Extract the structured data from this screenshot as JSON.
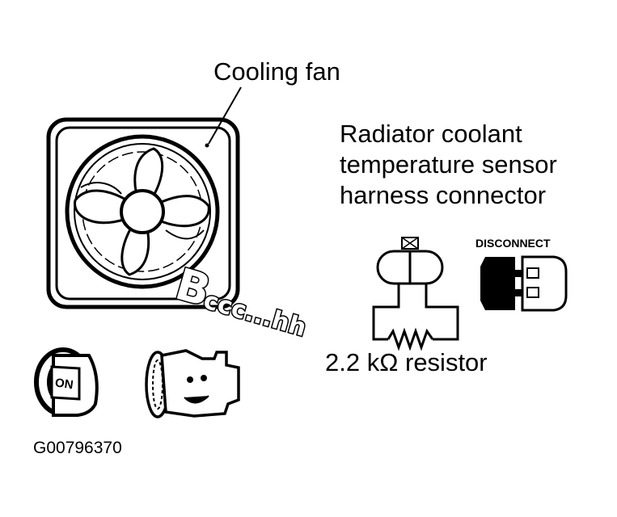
{
  "labels": {
    "cooling_fan": "Cooling fan",
    "sensor_line1": "Radiator coolant",
    "sensor_line2": "temperature sensor",
    "sensor_line3": "harness connector",
    "disconnect": "DISCONNECT",
    "resistor": "2.2 kΩ resistor",
    "ignition": "ON",
    "figure_code": "G00796370",
    "sound_letter": "B",
    "sound_rest": "ccc...hh"
  },
  "icons": [
    "cooling-fan-icon",
    "ignition-key-icon",
    "engine-icon",
    "connector-icon",
    "resistor-icon"
  ],
  "colors": {
    "ink": "#000000",
    "paper": "#ffffff"
  }
}
